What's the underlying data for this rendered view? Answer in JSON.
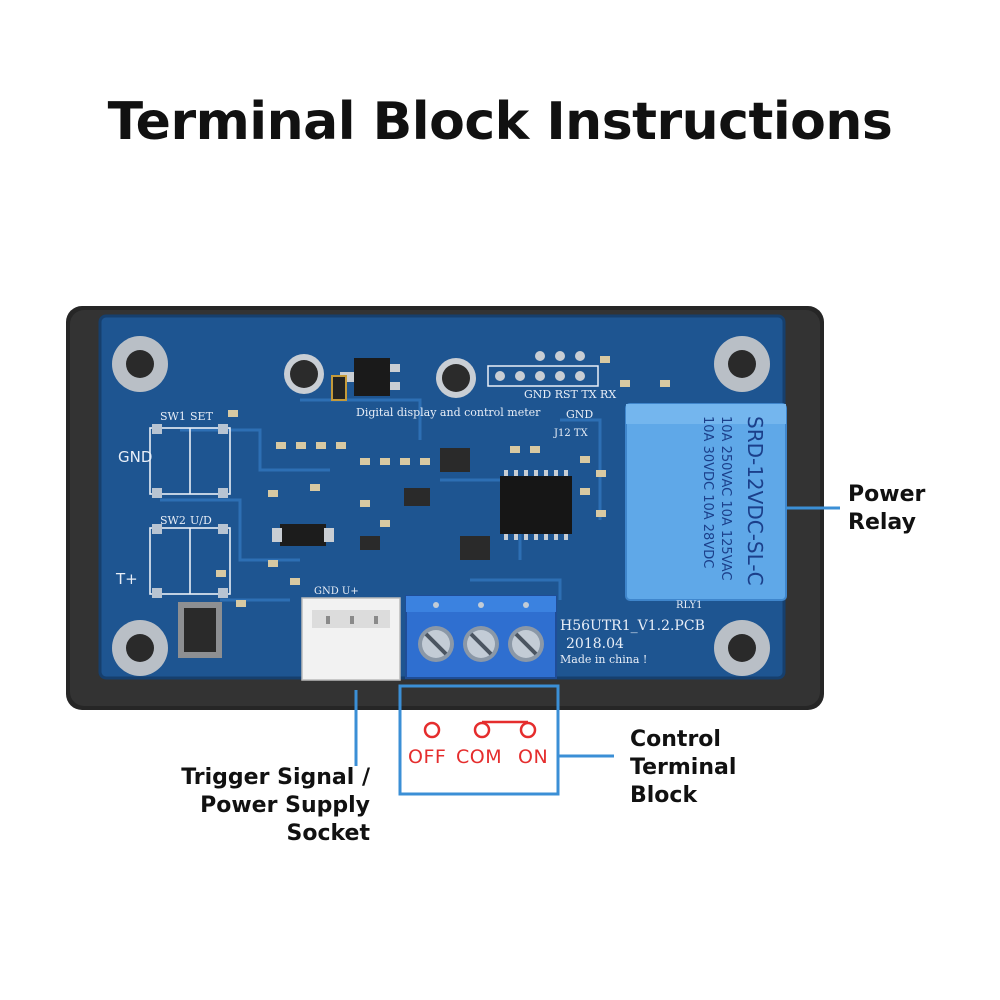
{
  "title": "Terminal Block Instructions",
  "callouts": {
    "power_relay": [
      "Power",
      "Relay"
    ],
    "control_terminal": [
      "Control",
      "Terminal",
      "Block"
    ],
    "trigger_socket": [
      "Trigger Signal /",
      "Power Supply",
      "Socket"
    ]
  },
  "terminal_pins": [
    "OFF",
    "COM",
    "ON"
  ],
  "board": {
    "pcb_model": "H56UTR1_V1.2.PCB",
    "pcb_date": "2018.04",
    "made_in": "Made in china !",
    "digital_label": "Digital display and control meter",
    "sw1": "SW1",
    "set": "SET",
    "sw2": "SW2",
    "ud": "U/D",
    "gnd": "GND",
    "tplus": "T+",
    "socket_pins": "GND U+",
    "gnd_rst": "GND RST TX RX",
    "gnd2": "GND",
    "j12_tx": "J12 TX",
    "rly1": "RLY1",
    "relay_line1": "SRD-12VDC-SL-C",
    "relay_line2": "10A 250VAC  10A 125VAC",
    "relay_line3": "10A 30VDC   10A 28VDC"
  },
  "colors": {
    "pcb": "#1e5591",
    "relay": "#5fa8e8",
    "terminal_block": "#2f6fd0",
    "callout_line": "#3b8fd6",
    "pin_label": "#e52d2d"
  }
}
